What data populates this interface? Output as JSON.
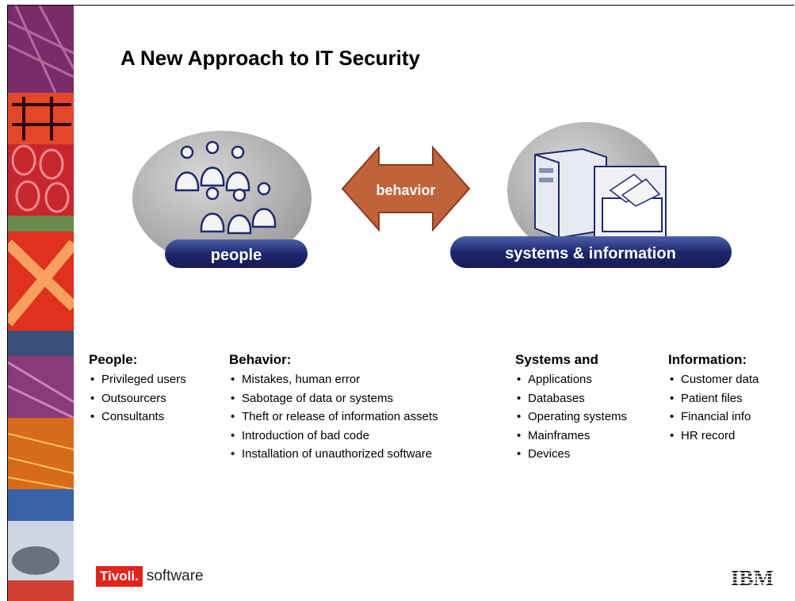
{
  "slide": {
    "title": "A New Approach to IT Security"
  },
  "diagram": {
    "people_label": "people",
    "arrow_label": "behavior",
    "systems_label": "systems & information"
  },
  "columns": {
    "people": {
      "heading": "People:",
      "items": [
        "Privileged users",
        "Outsourcers",
        "Consultants"
      ]
    },
    "behavior": {
      "heading": "Behavior:",
      "items": [
        "Mistakes, human error",
        "Sabotage of data or systems",
        "Theft or release of information assets",
        "Introduction of bad code",
        "Installation of unauthorized software"
      ]
    },
    "systems": {
      "heading": "Systems and",
      "items": [
        "Applications",
        "Databases",
        "Operating systems",
        "Mainframes",
        "Devices"
      ]
    },
    "information": {
      "heading": "Information:",
      "items": [
        "Customer data",
        "Patient files",
        "Financial info",
        "HR record"
      ]
    }
  },
  "footer": {
    "tivoli_brand": "Tivoli.",
    "tivoli_suffix": "software",
    "ibm_logo": "IBM"
  },
  "colors": {
    "pill_blue": "#1f2870",
    "arrow_orange": "#c0623a",
    "ellipse_gray": "#b4b4b4",
    "tivoli_red": "#e2231a"
  }
}
